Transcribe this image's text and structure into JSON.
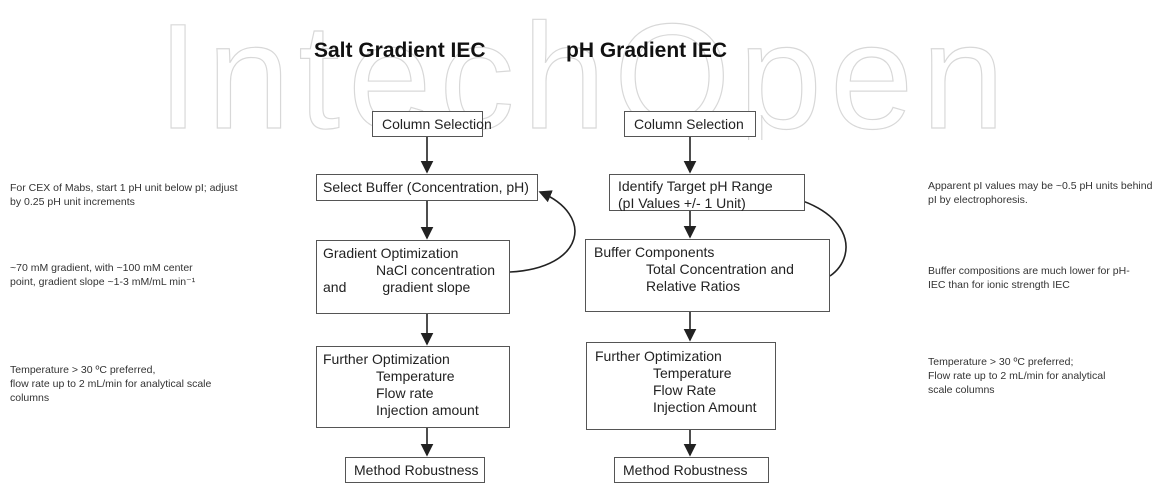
{
  "watermark": {
    "text": "IntechOpen"
  },
  "headings": {
    "salt": "Salt Gradient IEC",
    "ph": "pH Gradient IEC"
  },
  "salt_flow": {
    "column_selection": "Column Selection",
    "select_buffer": "Select Buffer (Concentration, pH)",
    "gradient_opt": {
      "title": "Gradient Optimization",
      "line2": "NaCl concentration",
      "and": "and",
      "line3": "gradient slope"
    },
    "further_opt": {
      "title": "Further Optimization",
      "lines": [
        "Temperature",
        "Flow rate",
        "Injection amount"
      ]
    },
    "method_robustness": "Method Robustness"
  },
  "ph_flow": {
    "column_selection": "Column Selection",
    "identify_range": {
      "line1": "Identify Target pH Range",
      "line2": "(pI Values +/- 1 Unit)"
    },
    "buffer_components": {
      "title": "Buffer Components",
      "line2": "Total Concentration and",
      "line3": "Relative Ratios"
    },
    "further_opt": {
      "title": "Further Optimization",
      "lines": [
        "Temperature",
        "Flow Rate",
        "Injection Amount"
      ]
    },
    "method_robustness": "Method Robustness"
  },
  "left_notes": {
    "buffer": [
      "For CEX of Mabs, start 1 pH unit below pI; adjust",
      "by 0.25 pH unit increments"
    ],
    "gradient": [
      "~70 mM gradient, with ~100 mM center",
      "point, gradient slope ~1-3 mM/mL min⁻¹"
    ],
    "temperature": [
      "Temperature > 30 ºC preferred,",
      "flow rate up to 2 mL/min for analytical scale",
      "columns"
    ]
  },
  "right_notes": {
    "pi": [
      "Apparent pI values may be ~0.5 pH units behind",
      "pI by electrophoresis."
    ],
    "buffer": [
      "Buffer compositions are much lower for pH-",
      "IEC than for ionic strength IEC"
    ],
    "temperature": [
      "Temperature > 30 ºC preferred;",
      "Flow rate up to 2 mL/min for analytical",
      "scale columns"
    ]
  }
}
